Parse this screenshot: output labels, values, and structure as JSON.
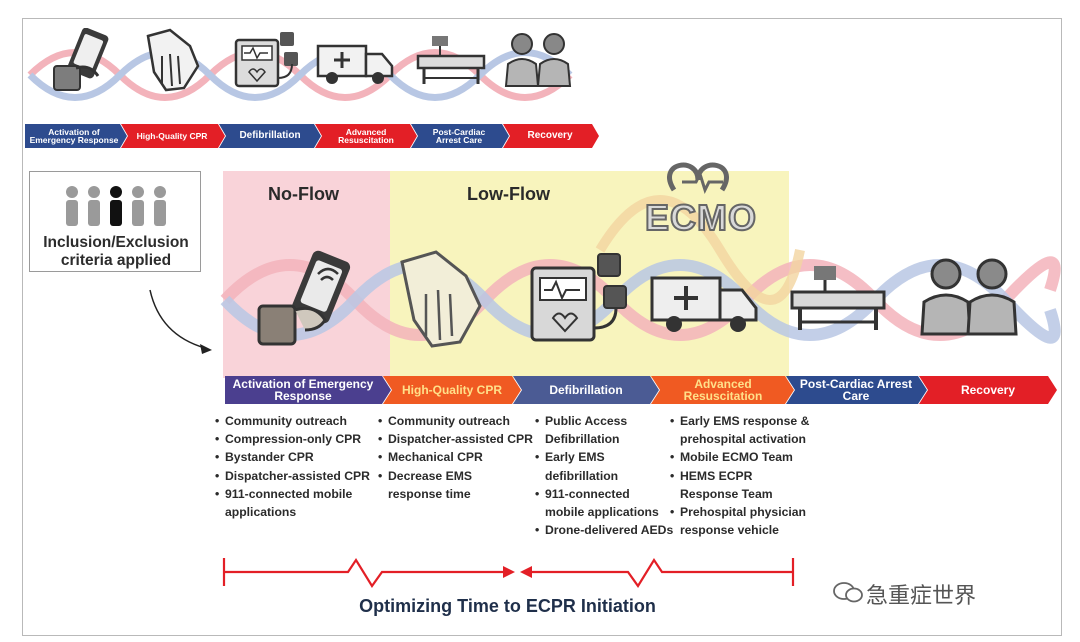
{
  "top_strip": {
    "steps": [
      {
        "label": "Activation of Emergency Response",
        "color": "#2d4b8e"
      },
      {
        "label": "High-Quality CPR",
        "color": "#e31f26"
      },
      {
        "label": "Defibrillation",
        "color": "#2d4b8e"
      },
      {
        "label": "Advanced Resuscitation",
        "color": "#e31f26"
      },
      {
        "label": "Post-Cardiac Arrest Care",
        "color": "#2d4b8e"
      },
      {
        "label": "Recovery",
        "color": "#e31f26"
      }
    ],
    "icons": [
      "smartphone-icon",
      "cpr-hands-icon",
      "defibrillator-icon",
      "ambulance-icon",
      "hospital-bed-icon",
      "people-icon"
    ]
  },
  "inclusion": {
    "text_line1": "Inclusion/Exclusion",
    "text_line2": "criteria applied",
    "icon": "people-group-icon"
  },
  "zones": {
    "no_flow": {
      "title": "No-Flow",
      "color": "#f9d3d9"
    },
    "low_flow": {
      "title": "Low-Flow",
      "color": "#f8f4bd"
    },
    "ecmo_label": "ECMO"
  },
  "main_strip": {
    "steps": [
      {
        "label": "Activation of Emergency Response",
        "color": "#4b3f8f"
      },
      {
        "label": "High-Quality CPR",
        "color": "#f05a22"
      },
      {
        "label": "Defibrillation",
        "color": "#4b5b94"
      },
      {
        "label": "Advanced Resuscitation",
        "color": "#f05a22"
      },
      {
        "label": "Post-Cardiac Arrest Care",
        "color": "#2d4b8e"
      },
      {
        "label": "Recovery",
        "color": "#e31f26"
      }
    ],
    "icons": [
      "smartphone-icon",
      "cpr-hands-icon",
      "defibrillator-icon",
      "ambulance-icon",
      "hospital-bed-icon",
      "people-icon"
    ]
  },
  "lists": {
    "activation": [
      "Community outreach",
      "Compression-only CPR",
      "Bystander CPR",
      "Dispatcher-assisted CPR",
      "911-connected mobile applications"
    ],
    "cpr": [
      "Community outreach",
      "Dispatcher-assisted CPR",
      "Mechanical CPR",
      "Decrease EMS response time"
    ],
    "defib": [
      "Public Access Defibrillation",
      "Early EMS defibrillation",
      "911-connected mobile applications",
      "Drone-delivered AEDs"
    ],
    "advanced": [
      "Early EMS response & prehospital activation",
      "Mobile ECMO Team",
      "HEMS ECPR Response Team",
      "Prehospital physician response vehicle"
    ]
  },
  "timeline": {
    "caption": "Optimizing Time to ECPR Initiation",
    "color": "#e31f26"
  },
  "watermark": "急重症世界"
}
